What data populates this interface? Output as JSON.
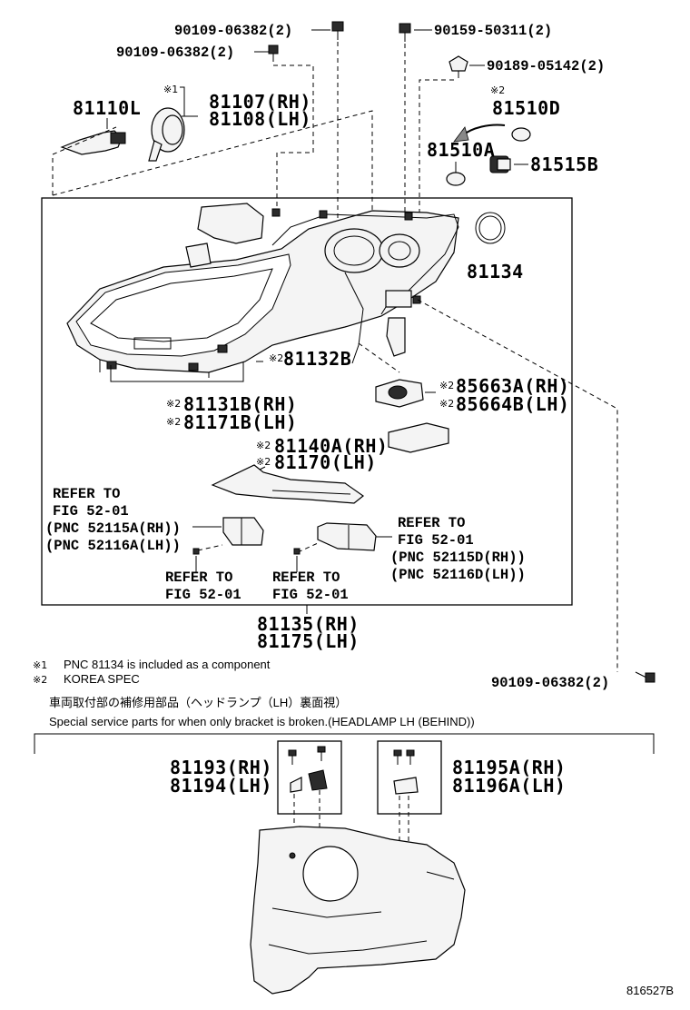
{
  "diagram": {
    "diagram_code": "816527B",
    "parts": {
      "p_90109_top": "90109-06382(2)",
      "p_90109_left": "90109-06382(2)",
      "p_90159": "90159-50311(2)",
      "p_90189": "90189-05142(2)",
      "p_81110": "81110L",
      "p_81107": "81107(RH)",
      "p_81108": "81108(LH)",
      "p_81510d": "81510D",
      "p_81510a": "81510A",
      "p_81515b": "81515B",
      "p_81134": "81134",
      "p_81132b": "81132B",
      "p_81131b": "81131B(RH)",
      "p_81171b": "81171B(LH)",
      "p_85663a": "85663A(RH)",
      "p_85664b": "85664B(LH)",
      "p_81140a": "81140A(RH)",
      "p_81170": "81170(LH)",
      "p_81135": "81135(RH)",
      "p_81175": "81175(LH)",
      "p_90109_right": "90109-06382(2)",
      "p_81193": "81193(RH)",
      "p_81194": "81194(LH)",
      "p_81195a": "81195A(RH)",
      "p_81196a": "81196A(LH)"
    },
    "marks": {
      "m1": "※1",
      "m2": "※2"
    },
    "refer": {
      "left_1": "REFER TO",
      "left_2": "FIG 52-01",
      "left_3": "(PNC 52115A(RH))",
      "left_4": "(PNC 52116A(LH))",
      "right_1": "REFER TO",
      "right_2": "FIG 52-01",
      "right_3": "(PNC 52115D(RH))",
      "right_4": "(PNC 52116D(LH))",
      "bottom_left_1": "REFER TO",
      "bottom_left_2": "FIG 52-01",
      "bottom_mid_1": "REFER TO",
      "bottom_mid_2": "FIG 52-01"
    },
    "notes": {
      "note1": "PNC 81134 is included as a component",
      "note2": "KOREA SPEC",
      "jp_title": "車両取付部の補修用部品（ヘッドランプ（LH）裏面視）",
      "en_title": "Special service parts for when only bracket is broken.(HEADLAMP LH (BEHIND))"
    }
  }
}
